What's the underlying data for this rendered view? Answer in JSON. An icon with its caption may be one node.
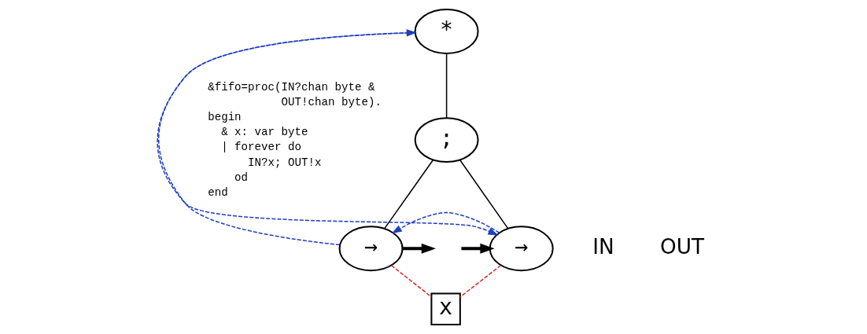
{
  "diagram": {
    "nodes": [
      {
        "text": [
          "*"
        ]
      },
      {
        "text": [
          ";"
        ]
      },
      {
        "text": [
          "→"
        ]
      },
      {
        "text": [
          "→"
        ]
      },
      {
        "text": [
          "x"
        ]
      }
    ],
    "edges": [
      {
        "from": 0,
        "to": 1,
        "arrow": "none"
      },
      {
        "from": 1,
        "to": 2,
        "arrow": "none"
      },
      {
        "from": 1,
        "to": 3,
        "arrow": "none"
      },
      {
        "from": 2,
        "to": 4,
        "arrow": "none",
        "style": "dashed",
        "color": "#d62728"
      },
      {
        "from": 3,
        "to": 4,
        "arrow": "none",
        "style": "dashed",
        "color": "#d62728"
      },
      {
        "from": 0,
        "to": 2,
        "arrow": "to",
        "style": "dashed",
        "color": "#1f3fbf"
      },
      {
        "from": 2,
        "to": 3,
        "arrow": "to",
        "style": "dashed",
        "color": "#1f3fbf"
      },
      {
        "from": 3,
        "to": 0,
        "arrow": "to",
        "style": "dashed",
        "color": "#1f3fbf"
      },
      {
        "from": null,
        "to": 2,
        "arrow": "to",
        "style": "thick"
      },
      {
        "from": 3,
        "to": null,
        "arrow": "to",
        "style": "thick"
      }
    ],
    "labels": [
      "&fifo=proc(IN?chan byte &",
      "           OUT!chan byte).",
      "begin",
      "  & x: var byte",
      "  | forever do",
      "      IN?x; OUT!x",
      "    od",
      "end",
      "IN",
      "OUT"
    ]
  }
}
